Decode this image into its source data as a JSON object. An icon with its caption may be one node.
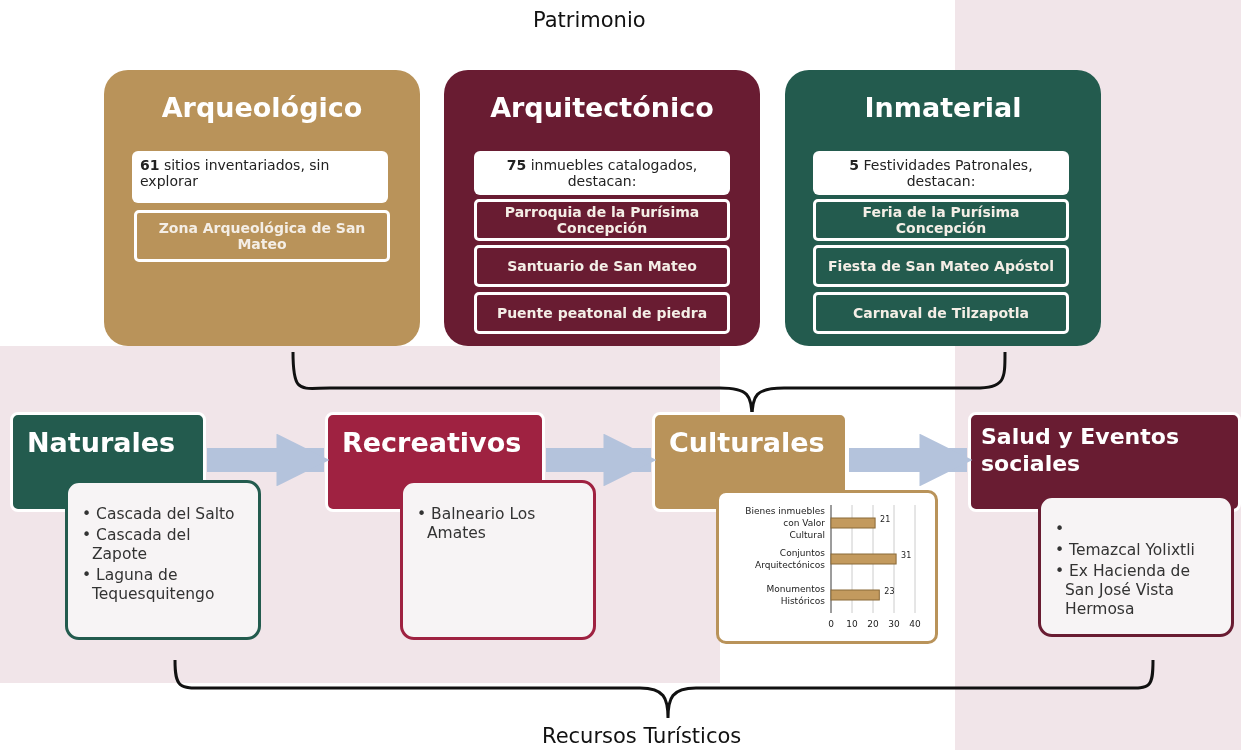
{
  "diagram": {
    "title": "Patrimonio",
    "caption": "Recursos Turísticos",
    "nodes": [
      {
        "text": [
          "Arqueológico"
        ]
      },
      {
        "text": [
          "**61** sitios inventariados, sin explorar"
        ],
        "in": 0
      },
      {
        "text": [
          "Zona Arqueológica de San Mateo"
        ],
        "in": 0
      },
      {
        "text": [
          "Arquitectónico"
        ]
      },
      {
        "text": [
          "**75** inmuebles catalogados, destacan:"
        ],
        "in": 3
      },
      {
        "text": [
          "Parroquia de la Purísima Concepción"
        ],
        "in": 3
      },
      {
        "text": [
          "Santuario de San Mateo"
        ],
        "in": 3
      },
      {
        "text": [
          "Puente peatonal de piedra"
        ],
        "in": 3
      },
      {
        "text": [
          "Inmaterial"
        ]
      },
      {
        "text": [
          "**5** Festividades Patronales, destacan:"
        ],
        "in": 8
      },
      {
        "text": [
          "Feria de la Purísima Concepción"
        ],
        "in": 8
      },
      {
        "text": [
          "Fiesta de San Mateo Apóstol"
        ],
        "in": 8
      },
      {
        "text": [
          "Carnaval de Tilzapotla"
        ],
        "in": 8
      },
      {
        "text": [
          "Naturales"
        ]
      },
      {
        "text": [
          "• Cascada del Salto",
          "• Cascada del Zapote",
          "• Laguna de Tequesquitengo"
        ]
      },
      {
        "text": [
          "Recreativos"
        ]
      },
      {
        "text": [
          "• Balneario Los Amates"
        ]
      },
      {
        "text": [
          "Culturales"
        ]
      },
      {
        "text": [
          "Salud y Eventos sociales"
        ]
      },
      {
        "text": [
          "•",
          "• Temazcal Yolixtli",
          "• Ex Hacienda de San José Vista Hermosa"
        ]
      }
    ],
    "edges": [
      {
        "from": 13,
        "to": 15,
        "arrow": "to"
      },
      {
        "from": 15,
        "to": 17,
        "arrow": "to"
      },
      {
        "from": 17,
        "to": 18,
        "arrow": "to"
      }
    ],
    "chart_data": {
      "type": "bar",
      "orientation": "horizontal",
      "categories": [
        "Bienes inmuebles con Valor Cultural",
        "Conjuntos Arquitectónicos",
        "Monumentos Históricos"
      ],
      "values": [
        21,
        31,
        23
      ],
      "xlim": [
        0,
        40
      ],
      "xticks": [
        0,
        10,
        20,
        30,
        40
      ],
      "data_labels": true,
      "grid": true
    }
  }
}
